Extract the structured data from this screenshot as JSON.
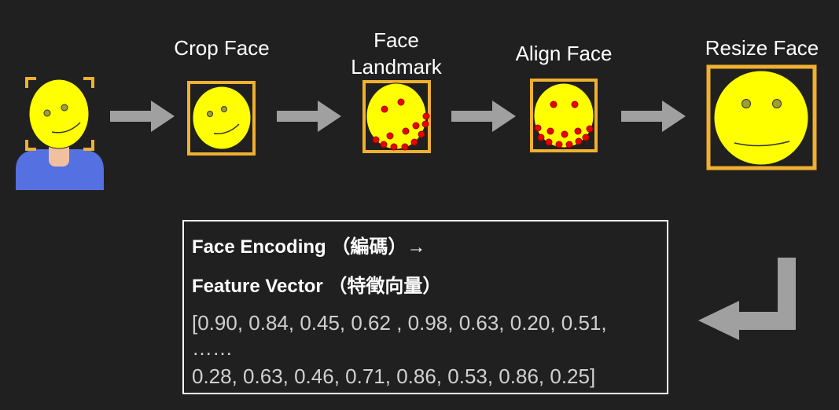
{
  "steps": {
    "crop_face": "Crop Face",
    "face_landmark_line1": "Face",
    "face_landmark_line2": "Landmark",
    "align_face": "Align Face",
    "resize_face": "Resize Face"
  },
  "encoding": {
    "title_line1": "Face Encoding （編碼）→",
    "title_line2": "Feature Vector （特徵向量）",
    "vector_line1": "[0.90, 0.84, 0.45, 0.62 , 0.98, 0.63, 0.20, 0.51,",
    "vector_ellipsis": "……",
    "vector_line2": "0.28, 0.63, 0.46, 0.71, 0.86, 0.53, 0.86, 0.25]"
  },
  "colors": {
    "background": "#202020",
    "face": "#ffff00",
    "frame": "#f0b030",
    "landmark": "#ee0000",
    "arrow": "#a0a0a0",
    "person_body": "#5570e0",
    "neck": "#f0c0a0"
  }
}
